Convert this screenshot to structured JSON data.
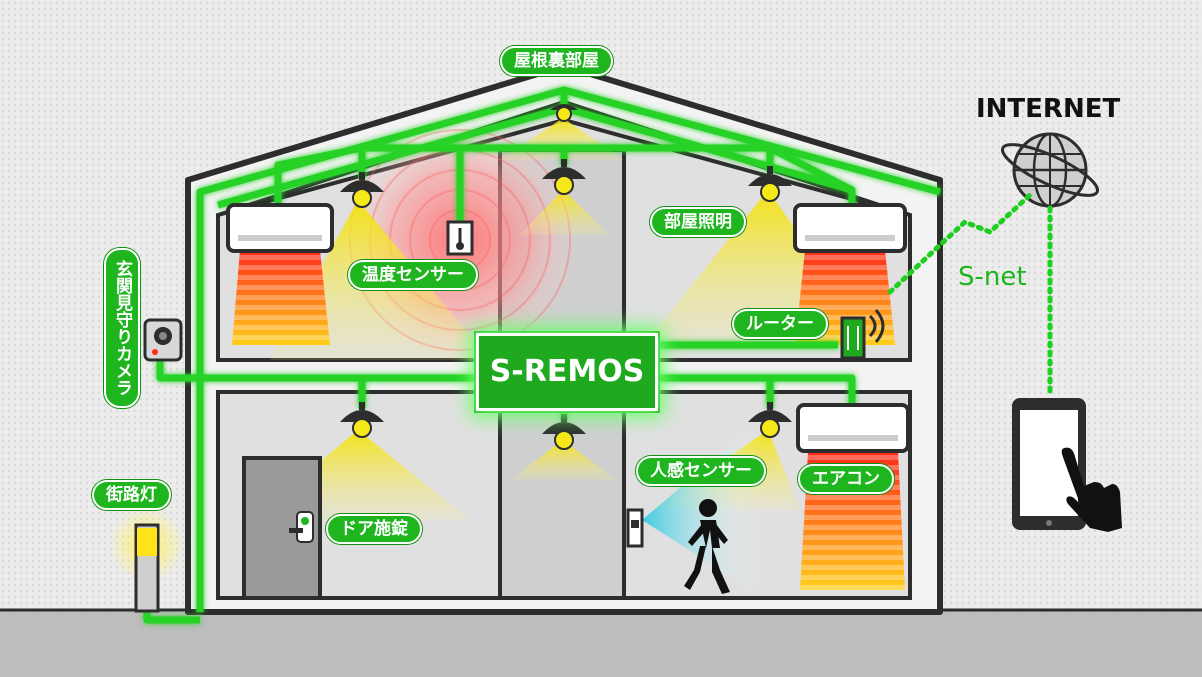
{
  "labels": {
    "attic": "屋根裏部屋",
    "temperature_sensor": "温度センサー",
    "room_lighting": "部屋照明",
    "router": "ルーター",
    "entrance_camera": "玄関見守りカメラ",
    "street_light": "街路灯",
    "door_lock": "ドア施錠",
    "motion_sensor": "人感センサー",
    "air_conditioner": "エアコン"
  },
  "hub": "S-REMOS",
  "internet": "INTERNET",
  "network": "S-net",
  "colors": {
    "accent_green": "#1fb51f",
    "wire_glow": "#6cff6c",
    "heat_red": "#ff3a2a",
    "light_yellow": "#f7e81a",
    "sensor_cyan": "#3fd7e6"
  },
  "icons": [
    "pendant-lamp-icon",
    "air-conditioner-icon",
    "thermometer-icon",
    "camera-icon",
    "street-lamp-icon",
    "door-icon",
    "door-lock-icon",
    "router-icon",
    "globe-icon",
    "tablet-icon",
    "hand-pointer-icon",
    "person-walking-icon",
    "motion-sensor-icon"
  ]
}
